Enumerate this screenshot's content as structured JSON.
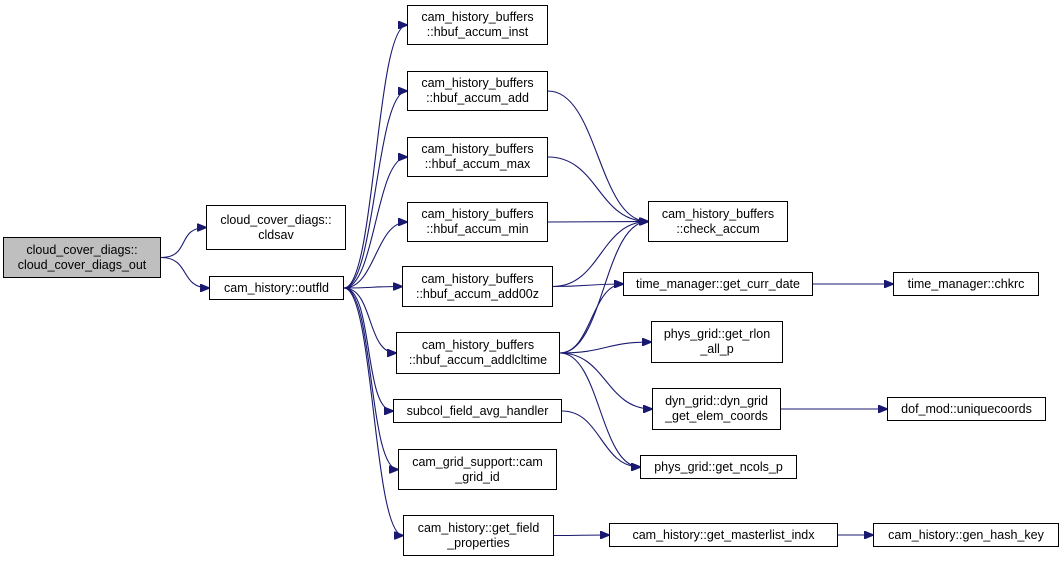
{
  "colors": {
    "edge": "#191970",
    "root_fill": "#bfbfbf",
    "node_fill": "#ffffff",
    "border": "#000000"
  },
  "nodes": [
    {
      "id": "root",
      "lines": [
        "cloud_cover_diags::",
        "cloud_cover_diags_out"
      ]
    },
    {
      "id": "cldsav",
      "lines": [
        "cloud_cover_diags::",
        "cldsav"
      ]
    },
    {
      "id": "outfld",
      "lines": [
        "cam_history::outfld"
      ]
    },
    {
      "id": "inst",
      "lines": [
        "cam_history_buffers",
        "::hbuf_accum_inst"
      ]
    },
    {
      "id": "add",
      "lines": [
        "cam_history_buffers",
        "::hbuf_accum_add"
      ]
    },
    {
      "id": "max",
      "lines": [
        "cam_history_buffers",
        "::hbuf_accum_max"
      ]
    },
    {
      "id": "min",
      "lines": [
        "cam_history_buffers",
        "::hbuf_accum_min"
      ]
    },
    {
      "id": "add00z",
      "lines": [
        "cam_history_buffers",
        "::hbuf_accum_add00z"
      ]
    },
    {
      "id": "addlcltime",
      "lines": [
        "cam_history_buffers",
        "::hbuf_accum_addlcltime"
      ]
    },
    {
      "id": "subcol",
      "lines": [
        "subcol_field_avg_handler"
      ]
    },
    {
      "id": "gridid",
      "lines": [
        "cam_grid_support::cam",
        "_grid_id"
      ]
    },
    {
      "id": "getfield",
      "lines": [
        "cam_history::get_field",
        "_properties"
      ]
    },
    {
      "id": "check",
      "lines": [
        "cam_history_buffers",
        "::check_accum"
      ]
    },
    {
      "id": "currdate",
      "lines": [
        "time_manager::get_curr_date"
      ]
    },
    {
      "id": "rlon",
      "lines": [
        "phys_grid::get_rlon",
        "_all_p"
      ]
    },
    {
      "id": "elem",
      "lines": [
        "dyn_grid::dyn_grid",
        "_get_elem_coords"
      ]
    },
    {
      "id": "ncols",
      "lines": [
        "phys_grid::get_ncols_p"
      ]
    },
    {
      "id": "masterlist",
      "lines": [
        "cam_history::get_masterlist_indx"
      ]
    },
    {
      "id": "chkrc",
      "lines": [
        "time_manager::chkrc"
      ]
    },
    {
      "id": "unique",
      "lines": [
        "dof_mod::uniquecoords"
      ]
    },
    {
      "id": "hash",
      "lines": [
        "cam_history::gen_hash_key"
      ]
    }
  ],
  "edges": [
    [
      "root",
      "cldsav"
    ],
    [
      "root",
      "outfld"
    ],
    [
      "outfld",
      "inst"
    ],
    [
      "outfld",
      "add"
    ],
    [
      "outfld",
      "max"
    ],
    [
      "outfld",
      "min"
    ],
    [
      "outfld",
      "add00z"
    ],
    [
      "outfld",
      "addlcltime"
    ],
    [
      "outfld",
      "subcol"
    ],
    [
      "outfld",
      "gridid"
    ],
    [
      "outfld",
      "getfield"
    ],
    [
      "add",
      "check"
    ],
    [
      "max",
      "check"
    ],
    [
      "min",
      "check"
    ],
    [
      "add00z",
      "check"
    ],
    [
      "add00z",
      "currdate"
    ],
    [
      "addlcltime",
      "check"
    ],
    [
      "addlcltime",
      "currdate"
    ],
    [
      "addlcltime",
      "rlon"
    ],
    [
      "addlcltime",
      "elem"
    ],
    [
      "addlcltime",
      "ncols"
    ],
    [
      "subcol",
      "ncols"
    ],
    [
      "currdate",
      "chkrc"
    ],
    [
      "elem",
      "unique"
    ],
    [
      "getfield",
      "masterlist"
    ],
    [
      "masterlist",
      "hash"
    ]
  ]
}
